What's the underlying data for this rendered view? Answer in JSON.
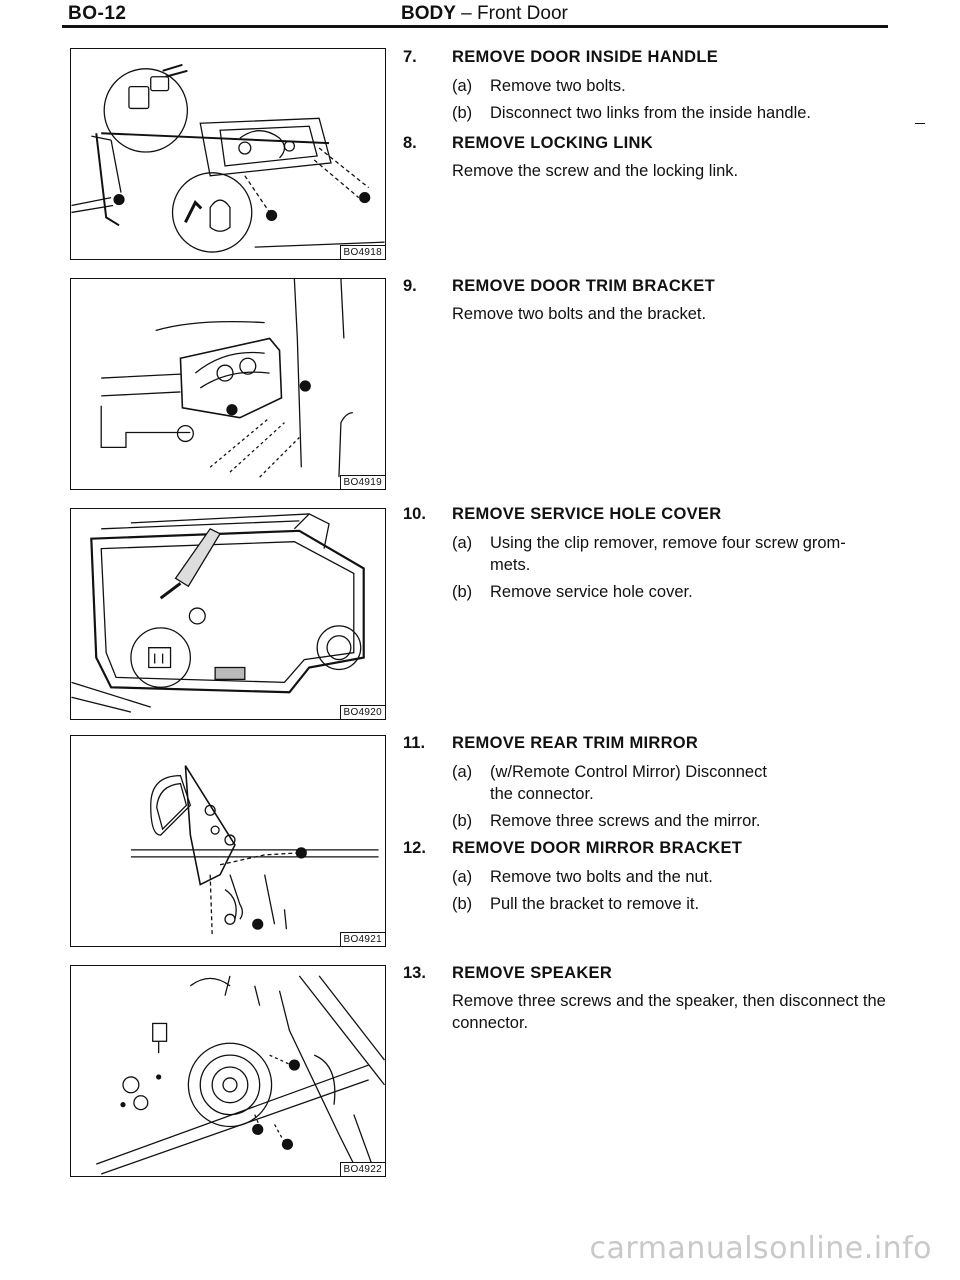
{
  "header": {
    "page_code": "BO-12",
    "section": "BODY",
    "separator": " – ",
    "subsection": "Front Door"
  },
  "figures": [
    {
      "code": "BO4918",
      "icon": "inside-handle-diagram"
    },
    {
      "code": "BO4919",
      "icon": "trim-bracket-diagram"
    },
    {
      "code": "BO4920",
      "icon": "service-hole-cover-diagram"
    },
    {
      "code": "BO4921",
      "icon": "rear-trim-mirror-diagram"
    },
    {
      "code": "BO4922",
      "icon": "speaker-diagram"
    }
  ],
  "steps": [
    {
      "number": "7.",
      "title": "REMOVE DOOR INSIDE HANDLE",
      "items": [
        {
          "label": "(a)",
          "text": "Remove two bolts."
        },
        {
          "label": "(b)",
          "text": "Disconnect two links from the inside handle."
        }
      ]
    },
    {
      "number": "8.",
      "title": "REMOVE LOCKING LINK",
      "text": "Remove the screw and the locking link."
    },
    {
      "number": "9.",
      "title": "REMOVE DOOR TRIM BRACKET",
      "text": "Remove two bolts and the bracket."
    },
    {
      "number": "10.",
      "title": "REMOVE SERVICE HOLE COVER",
      "items": [
        {
          "label": "(a)",
          "text": "Using the clip remover, remove four screw grom-mets."
        },
        {
          "label": "(b)",
          "text": "Remove service hole cover."
        }
      ]
    },
    {
      "number": "11.",
      "title": "REMOVE REAR TRIM MIRROR",
      "items": [
        {
          "label": "(a)",
          "text": "(w/Remote Control Mirror) Disconnect the connector."
        },
        {
          "label": "(b)",
          "text": "Remove three screws and the mirror."
        }
      ]
    },
    {
      "number": "12.",
      "title": "REMOVE DOOR MIRROR BRACKET",
      "items": [
        {
          "label": "(a)",
          "text": "Remove two bolts and the nut."
        },
        {
          "label": "(b)",
          "text": "Pull the bracket to remove it."
        }
      ]
    },
    {
      "number": "13.",
      "title": "REMOVE SPEAKER",
      "text": "Remove three screws and the speaker, then disconnect the connector."
    }
  ],
  "watermark": "carmanualsonline.info"
}
